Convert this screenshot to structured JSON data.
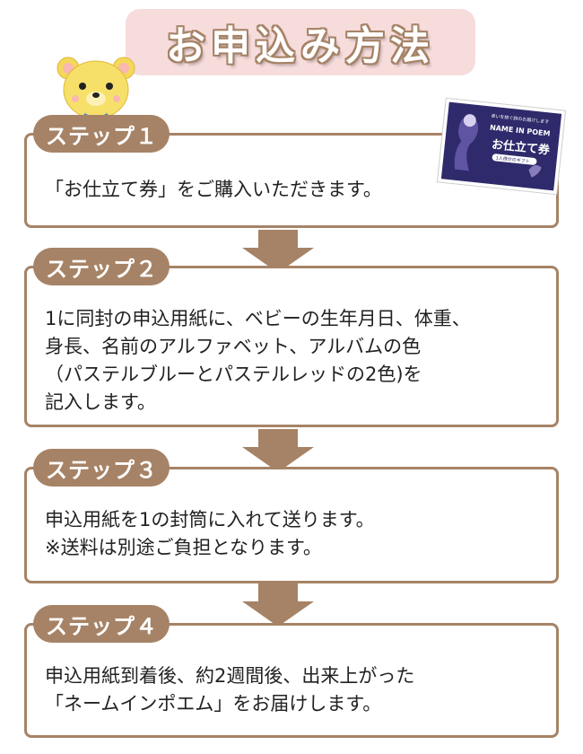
{
  "title": "お申込み方法",
  "colors": {
    "accent": "#a68366",
    "title_bg": "#f7dcdc",
    "ticket_bg": "#2e2a6b"
  },
  "steps": [
    {
      "label": "ステップ１",
      "lines": [
        "「お仕立て券」をご購入いただきます。"
      ]
    },
    {
      "label": "ステップ２",
      "lines": [
        "1に同封の申込用紙に、ベビーの生年月日、体重、",
        "身長、名前のアルファベット、アルバムの色",
        "（パステルブルーとパステルレッドの2色)を",
        "記入します。"
      ]
    },
    {
      "label": "ステップ３",
      "lines": [
        "申込用紙を1の封筒に入れて送ります。",
        "※送料は別途ご負担となります。"
      ]
    },
    {
      "label": "ステップ４",
      "lines": [
        "申込用紙到着後、約2週間後、出来上がった",
        "「ネームインポエム」をお届けします。"
      ]
    }
  ],
  "ticket": {
    "top_line": "幸いを紡ぐ詩のお届けします",
    "brand": "NAME IN POEM",
    "title": "お仕立て券",
    "badge": "1人様分のギフト"
  }
}
